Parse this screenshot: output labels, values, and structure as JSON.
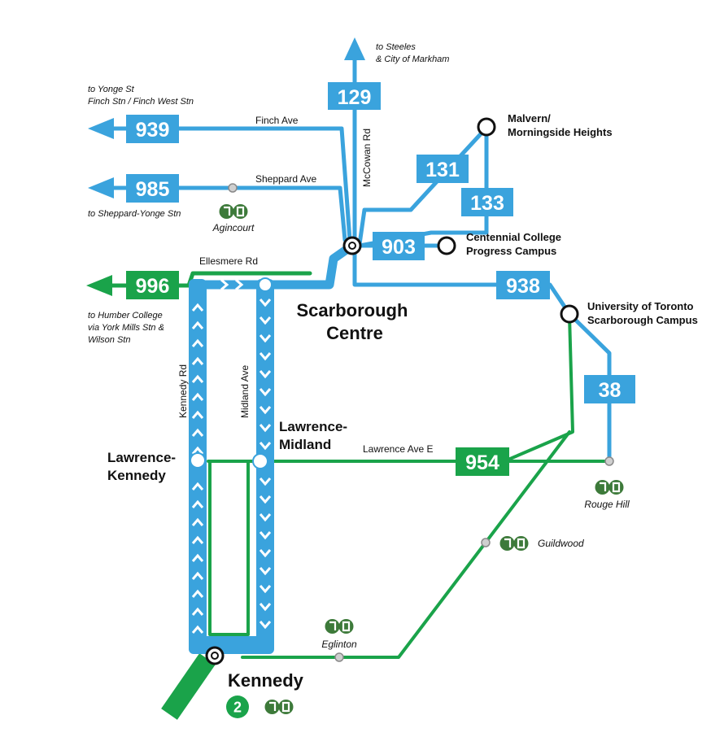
{
  "colors": {
    "blue": "#3aa3dd",
    "green": "#1aa34a",
    "go_green": "#3d7a3a",
    "text": "#111111"
  },
  "routes": {
    "r129": "129",
    "r939": "939",
    "r985": "985",
    "r131": "131",
    "r133": "133",
    "r903": "903",
    "r996": "996",
    "r938": "938",
    "r38": "38",
    "r954": "954"
  },
  "streets": {
    "finch": "Finch Ave",
    "sheppard": "Sheppard Ave",
    "ellesmere": "Ellesmere Rd",
    "mccowan": "McCowan Rd",
    "kennedy_rd": "Kennedy Rd",
    "midland_ave": "Midland Ave",
    "lawrence": "Lawrence Ave E"
  },
  "destinations": {
    "steeles": [
      "to Steeles",
      "& City of Markham"
    ],
    "yonge": [
      "to Yonge St",
      "Finch Stn / Finch West Stn"
    ],
    "sheppard_yonge": [
      "to Sheppard-Yonge Stn"
    ],
    "humber": [
      "to Humber College",
      "via York Mills Stn &",
      "Wilson Stn"
    ]
  },
  "stops": {
    "malvern": [
      "Malvern/",
      "Morningside Heights"
    ],
    "centennial": [
      "Centennial College",
      "Progress Campus"
    ],
    "uoft": [
      "University of Toronto",
      "Scarborough Campus"
    ]
  },
  "stations": {
    "scarborough": [
      "Scarborough",
      "Centre"
    ],
    "lawrence_midland": [
      "Lawrence-",
      "Midland"
    ],
    "lawrence_kennedy": [
      "Lawrence-",
      "Kennedy"
    ],
    "kennedy": "Kennedy",
    "line_badge": "2"
  },
  "go_stations": {
    "agincourt": "Agincourt",
    "rouge_hill": "Rouge Hill",
    "guildwood": "Guildwood",
    "eglinton": "Eglinton"
  }
}
